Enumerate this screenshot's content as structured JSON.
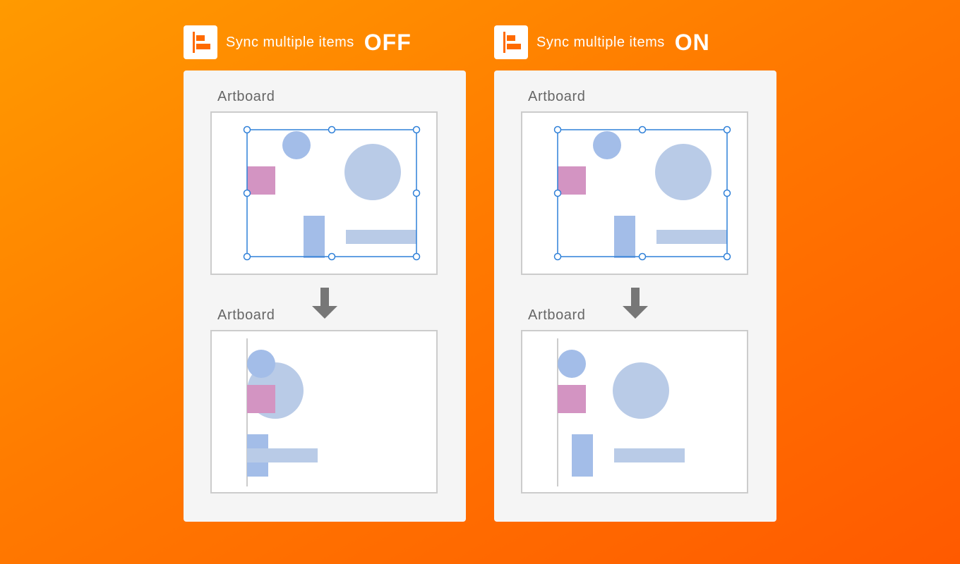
{
  "colors": {
    "background_start": "#ff9a00",
    "background_end": "#ff5a00",
    "panel": "#f5f5f5",
    "selection": "#2f80d8",
    "shape_blue": "#a3bde8",
    "shape_light_blue": "#b9cbe7",
    "shape_pink": "#d394c2",
    "arrow": "#777777"
  },
  "icons": {
    "app_icon": "align-left-icon",
    "arrow": "arrow-down-icon"
  },
  "panels": [
    {
      "header_text": "Sync multiple items",
      "state": "OFF",
      "before_label": "Artboard",
      "after_label": "Artboard"
    },
    {
      "header_text": "Sync multiple items",
      "state": "ON",
      "before_label": "Artboard",
      "after_label": "Artboard"
    }
  ]
}
